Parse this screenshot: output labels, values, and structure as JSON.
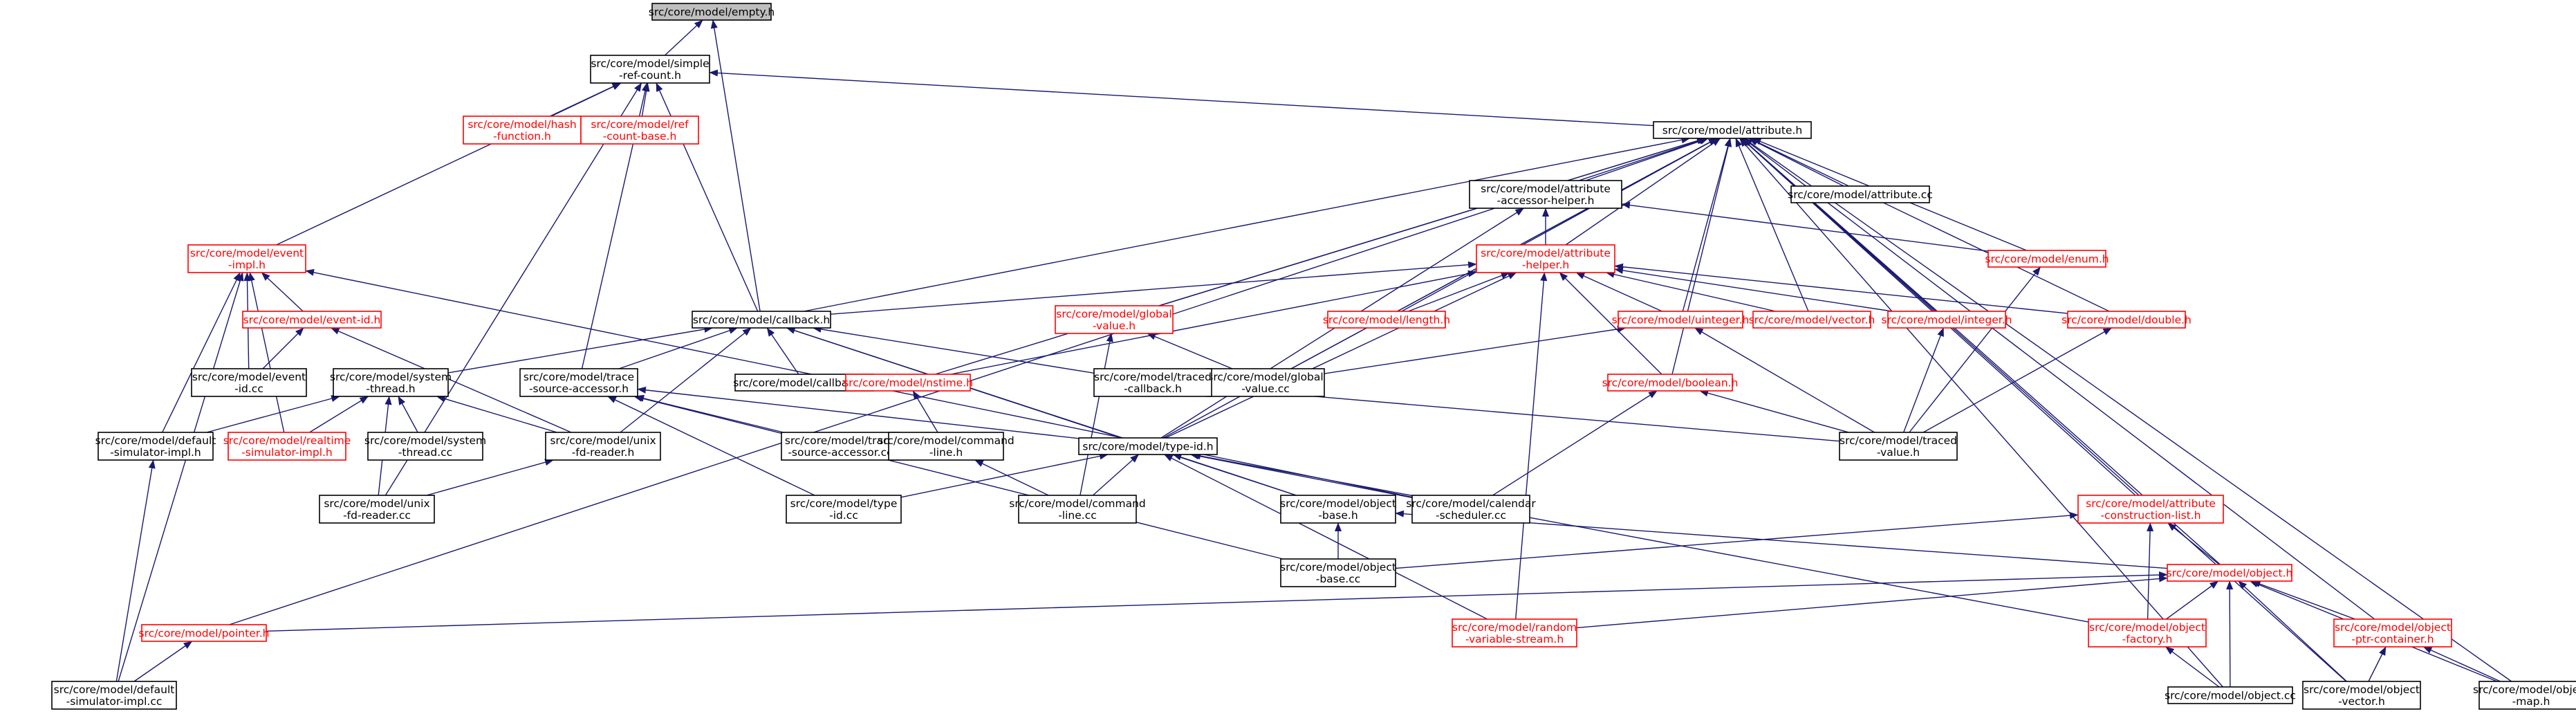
{
  "colors": {
    "edge": "#191970",
    "node_border_default": "#000000",
    "node_border_highlight": "#ff0000",
    "node_fill_root": "#bfbfbf",
    "node_fill": "#ffffff",
    "text": "#000000",
    "text_highlight": "#ff0000"
  },
  "nodes": [
    {
      "id": "empty",
      "lines": [
        "src/core/model/empty.h"
      ],
      "style": "root"
    },
    {
      "id": "simple_ref",
      "lines": [
        "src/core/model/simple",
        "-ref-count.h"
      ],
      "style": "normal"
    },
    {
      "id": "hash",
      "lines": [
        "src/core/model/hash",
        "-function.h"
      ],
      "style": "red"
    },
    {
      "id": "refbase",
      "lines": [
        "src/core/model/ref",
        "-count-base.h"
      ],
      "style": "red"
    },
    {
      "id": "attribute",
      "lines": [
        "src/core/model/attribute.h"
      ],
      "style": "normal"
    },
    {
      "id": "attr_cc",
      "lines": [
        "src/core/model/attribute.cc"
      ],
      "style": "normal"
    },
    {
      "id": "accessor_helper",
      "lines": [
        "src/core/model/attribute",
        "-accessor-helper.h"
      ],
      "style": "normal"
    },
    {
      "id": "attr_helper",
      "lines": [
        "src/core/model/attribute",
        "-helper.h"
      ],
      "style": "red"
    },
    {
      "id": "enum",
      "lines": [
        "src/core/model/enum.h"
      ],
      "style": "red"
    },
    {
      "id": "event_impl",
      "lines": [
        "src/core/model/event",
        "-impl.h"
      ],
      "style": "red"
    },
    {
      "id": "event_id",
      "lines": [
        "src/core/model/event-id.h"
      ],
      "style": "red"
    },
    {
      "id": "event_id_cc",
      "lines": [
        "src/core/model/event",
        "-id.cc"
      ],
      "style": "normal"
    },
    {
      "id": "callback",
      "lines": [
        "src/core/model/callback.h"
      ],
      "style": "normal"
    },
    {
      "id": "callback_cc",
      "lines": [
        "src/core/model/callback.cc"
      ],
      "style": "normal"
    },
    {
      "id": "global_value",
      "lines": [
        "src/core/model/global",
        "-value.h"
      ],
      "style": "red"
    },
    {
      "id": "global_value_cc",
      "lines": [
        "src/core/model/global",
        "-value.cc"
      ],
      "style": "normal"
    },
    {
      "id": "length",
      "lines": [
        "src/core/model/length.h"
      ],
      "style": "red"
    },
    {
      "id": "uinteger",
      "lines": [
        "src/core/model/uinteger.h"
      ],
      "style": "red"
    },
    {
      "id": "vector",
      "lines": [
        "src/core/model/vector.h"
      ],
      "style": "red"
    },
    {
      "id": "integer",
      "lines": [
        "src/core/model/integer.h"
      ],
      "style": "red"
    },
    {
      "id": "double",
      "lines": [
        "src/core/model/double.h"
      ],
      "style": "red"
    },
    {
      "id": "boolean",
      "lines": [
        "src/core/model/boolean.h"
      ],
      "style": "red"
    },
    {
      "id": "nstime",
      "lines": [
        "src/core/model/nstime.h"
      ],
      "style": "red"
    },
    {
      "id": "traced_cb",
      "lines": [
        "src/core/model/traced",
        "-callback.h"
      ],
      "style": "normal"
    },
    {
      "id": "traced_value",
      "lines": [
        "src/core/model/traced",
        "-value.h"
      ],
      "style": "normal"
    },
    {
      "id": "system_thread",
      "lines": [
        "src/core/model/system",
        "-thread.h"
      ],
      "style": "normal"
    },
    {
      "id": "trace_source",
      "lines": [
        "src/core/model/trace",
        "-source-accessor.h"
      ],
      "style": "normal"
    },
    {
      "id": "trace_source_cc",
      "lines": [
        "src/core/model/trace",
        "-source-accessor.cc"
      ],
      "style": "normal"
    },
    {
      "id": "default_sim",
      "lines": [
        "src/core/model/default",
        "-simulator-impl.h"
      ],
      "style": "normal"
    },
    {
      "id": "realtime_sim",
      "lines": [
        "src/core/model/realtime",
        "-simulator-impl.h"
      ],
      "style": "red"
    },
    {
      "id": "system_thread_cc",
      "lines": [
        "src/core/model/system",
        "-thread.cc"
      ],
      "style": "normal"
    },
    {
      "id": "unix_fd_h",
      "lines": [
        "src/core/model/unix",
        "-fd-reader.h"
      ],
      "style": "normal"
    },
    {
      "id": "unix_fd_cc",
      "lines": [
        "src/core/model/unix",
        "-fd-reader.cc"
      ],
      "style": "normal"
    },
    {
      "id": "command_line",
      "lines": [
        "src/core/model/command",
        "-line.h"
      ],
      "style": "normal"
    },
    {
      "id": "command_line_cc",
      "lines": [
        "src/core/model/command",
        "-line.cc"
      ],
      "style": "normal"
    },
    {
      "id": "type_id",
      "lines": [
        "src/core/model/type-id.h"
      ],
      "style": "normal"
    },
    {
      "id": "type_id_cc",
      "lines": [
        "src/core/model/type",
        "-id.cc"
      ],
      "style": "normal"
    },
    {
      "id": "object_base",
      "lines": [
        "src/core/model/object",
        "-base.h"
      ],
      "style": "normal"
    },
    {
      "id": "object_base_cc",
      "lines": [
        "src/core/model/object",
        "-base.cc"
      ],
      "style": "normal"
    },
    {
      "id": "calendar",
      "lines": [
        "src/core/model/calendar",
        "-scheduler.cc"
      ],
      "style": "normal"
    },
    {
      "id": "attr_construction",
      "lines": [
        "src/core/model/attribute",
        "-construction-list.h"
      ],
      "style": "red"
    },
    {
      "id": "object",
      "lines": [
        "src/core/model/object.h"
      ],
      "style": "red"
    },
    {
      "id": "pointer",
      "lines": [
        "src/core/model/pointer.h"
      ],
      "style": "red"
    },
    {
      "id": "random_stream",
      "lines": [
        "src/core/model/random",
        "-variable-stream.h"
      ],
      "style": "red"
    },
    {
      "id": "object_factory",
      "lines": [
        "src/core/model/object",
        "-factory.h"
      ],
      "style": "red"
    },
    {
      "id": "ptr_container",
      "lines": [
        "src/core/model/object",
        "-ptr-container.h"
      ],
      "style": "red"
    },
    {
      "id": "object_cc",
      "lines": [
        "src/core/model/object.cc"
      ],
      "style": "normal"
    },
    {
      "id": "object_vector",
      "lines": [
        "src/core/model/object",
        "-vector.h"
      ],
      "style": "normal"
    },
    {
      "id": "object_map",
      "lines": [
        "src/core/model/object",
        "-map.h"
      ],
      "style": "normal"
    },
    {
      "id": "default_sim_cc",
      "lines": [
        "src/core/model/default",
        "-simulator-impl.cc"
      ],
      "style": "normal"
    }
  ],
  "edges": [
    [
      "simple_ref",
      "empty"
    ],
    [
      "callback",
      "empty"
    ],
    [
      "hash",
      "simple_ref"
    ],
    [
      "refbase",
      "simple_ref"
    ],
    [
      "attribute",
      "simple_ref"
    ],
    [
      "callback",
      "simple_ref"
    ],
    [
      "event_impl",
      "simple_ref"
    ],
    [
      "trace_source",
      "simple_ref"
    ],
    [
      "unix_fd_cc",
      "simple_ref"
    ],
    [
      "object",
      "attribute"
    ],
    [
      "attr_cc",
      "attribute"
    ],
    [
      "accessor_helper",
      "attribute"
    ],
    [
      "attr_helper",
      "attribute"
    ],
    [
      "enum",
      "attribute"
    ],
    [
      "callback",
      "attribute"
    ],
    [
      "global_value",
      "attribute"
    ],
    [
      "length",
      "attribute"
    ],
    [
      "uinteger",
      "attribute"
    ],
    [
      "vector",
      "attribute"
    ],
    [
      "integer",
      "attribute"
    ],
    [
      "double",
      "attribute"
    ],
    [
      "boolean",
      "attribute"
    ],
    [
      "nstime",
      "attribute"
    ],
    [
      "type_id",
      "attribute"
    ],
    [
      "attr_construction",
      "attribute"
    ],
    [
      "object_cc",
      "attribute"
    ],
    [
      "object_vector",
      "attribute"
    ],
    [
      "ptr_container",
      "attribute"
    ],
    [
      "object_map",
      "attribute"
    ],
    [
      "pointer",
      "attribute"
    ],
    [
      "global_value_cc",
      "attribute"
    ],
    [
      "attr_helper",
      "accessor_helper"
    ],
    [
      "enum",
      "accessor_helper"
    ],
    [
      "type_id",
      "accessor_helper"
    ],
    [
      "callback",
      "attr_helper"
    ],
    [
      "length",
      "attr_helper"
    ],
    [
      "uinteger",
      "attr_helper"
    ],
    [
      "vector",
      "attr_helper"
    ],
    [
      "integer",
      "attr_helper"
    ],
    [
      "double",
      "attr_helper"
    ],
    [
      "boolean",
      "attr_helper"
    ],
    [
      "nstime",
      "attr_helper"
    ],
    [
      "type_id",
      "attr_helper"
    ],
    [
      "random_stream",
      "attr_helper"
    ],
    [
      "event_id",
      "event_impl"
    ],
    [
      "event_id_cc",
      "event_impl"
    ],
    [
      "default_sim",
      "event_impl"
    ],
    [
      "realtime_sim",
      "event_impl"
    ],
    [
      "default_sim_cc",
      "event_impl"
    ],
    [
      "calendar",
      "event_impl"
    ],
    [
      "event_id_cc",
      "event_id"
    ],
    [
      "unix_fd_h",
      "event_id"
    ],
    [
      "callback_cc",
      "callback"
    ],
    [
      "trace_source",
      "callback"
    ],
    [
      "system_thread",
      "callback"
    ],
    [
      "traced_cb",
      "callback"
    ],
    [
      "type_id",
      "callback"
    ],
    [
      "object_base",
      "callback"
    ],
    [
      "unix_fd_h",
      "callback"
    ],
    [
      "global_value_cc",
      "global_value"
    ],
    [
      "command_line_cc",
      "global_value"
    ],
    [
      "global_value_cc",
      "uinteger"
    ],
    [
      "traced_value",
      "uinteger"
    ],
    [
      "traced_value",
      "integer"
    ],
    [
      "traced_value",
      "double"
    ],
    [
      "traced_value",
      "enum"
    ],
    [
      "traced_value",
      "boolean"
    ],
    [
      "calendar",
      "boolean"
    ],
    [
      "command_line",
      "nstime"
    ],
    [
      "traced_value",
      "traced_cb"
    ],
    [
      "default_sim",
      "system_thread"
    ],
    [
      "realtime_sim",
      "system_thread"
    ],
    [
      "system_thread_cc",
      "system_thread"
    ],
    [
      "unix_fd_h",
      "system_thread"
    ],
    [
      "unix_fd_cc",
      "system_thread"
    ],
    [
      "trace_source_cc",
      "trace_source"
    ],
    [
      "type_id",
      "trace_source"
    ],
    [
      "object_base_cc",
      "trace_source"
    ],
    [
      "type_id_cc",
      "trace_source"
    ],
    [
      "unix_fd_cc",
      "unix_fd_h"
    ],
    [
      "command_line_cc",
      "command_line"
    ],
    [
      "type_id_cc",
      "type_id"
    ],
    [
      "command_line_cc",
      "type_id"
    ],
    [
      "object_base",
      "type_id"
    ],
    [
      "calendar",
      "type_id"
    ],
    [
      "object_factory",
      "type_id"
    ],
    [
      "random_stream",
      "type_id"
    ],
    [
      "object_base_cc",
      "object_base"
    ],
    [
      "object",
      "object_base"
    ],
    [
      "object",
      "attr_construction"
    ],
    [
      "object_base_cc",
      "attr_construction"
    ],
    [
      "object_factory",
      "attr_construction"
    ],
    [
      "pointer",
      "object"
    ],
    [
      "random_stream",
      "object"
    ],
    [
      "object_factory",
      "object"
    ],
    [
      "ptr_container",
      "object"
    ],
    [
      "object_cc",
      "object"
    ],
    [
      "object_vector",
      "object"
    ],
    [
      "object_map",
      "object"
    ],
    [
      "object_cc",
      "object_factory"
    ],
    [
      "object_vector",
      "ptr_container"
    ],
    [
      "object_map",
      "ptr_container"
    ],
    [
      "default_sim_cc",
      "pointer"
    ],
    [
      "default_sim_cc",
      "default_sim"
    ]
  ]
}
